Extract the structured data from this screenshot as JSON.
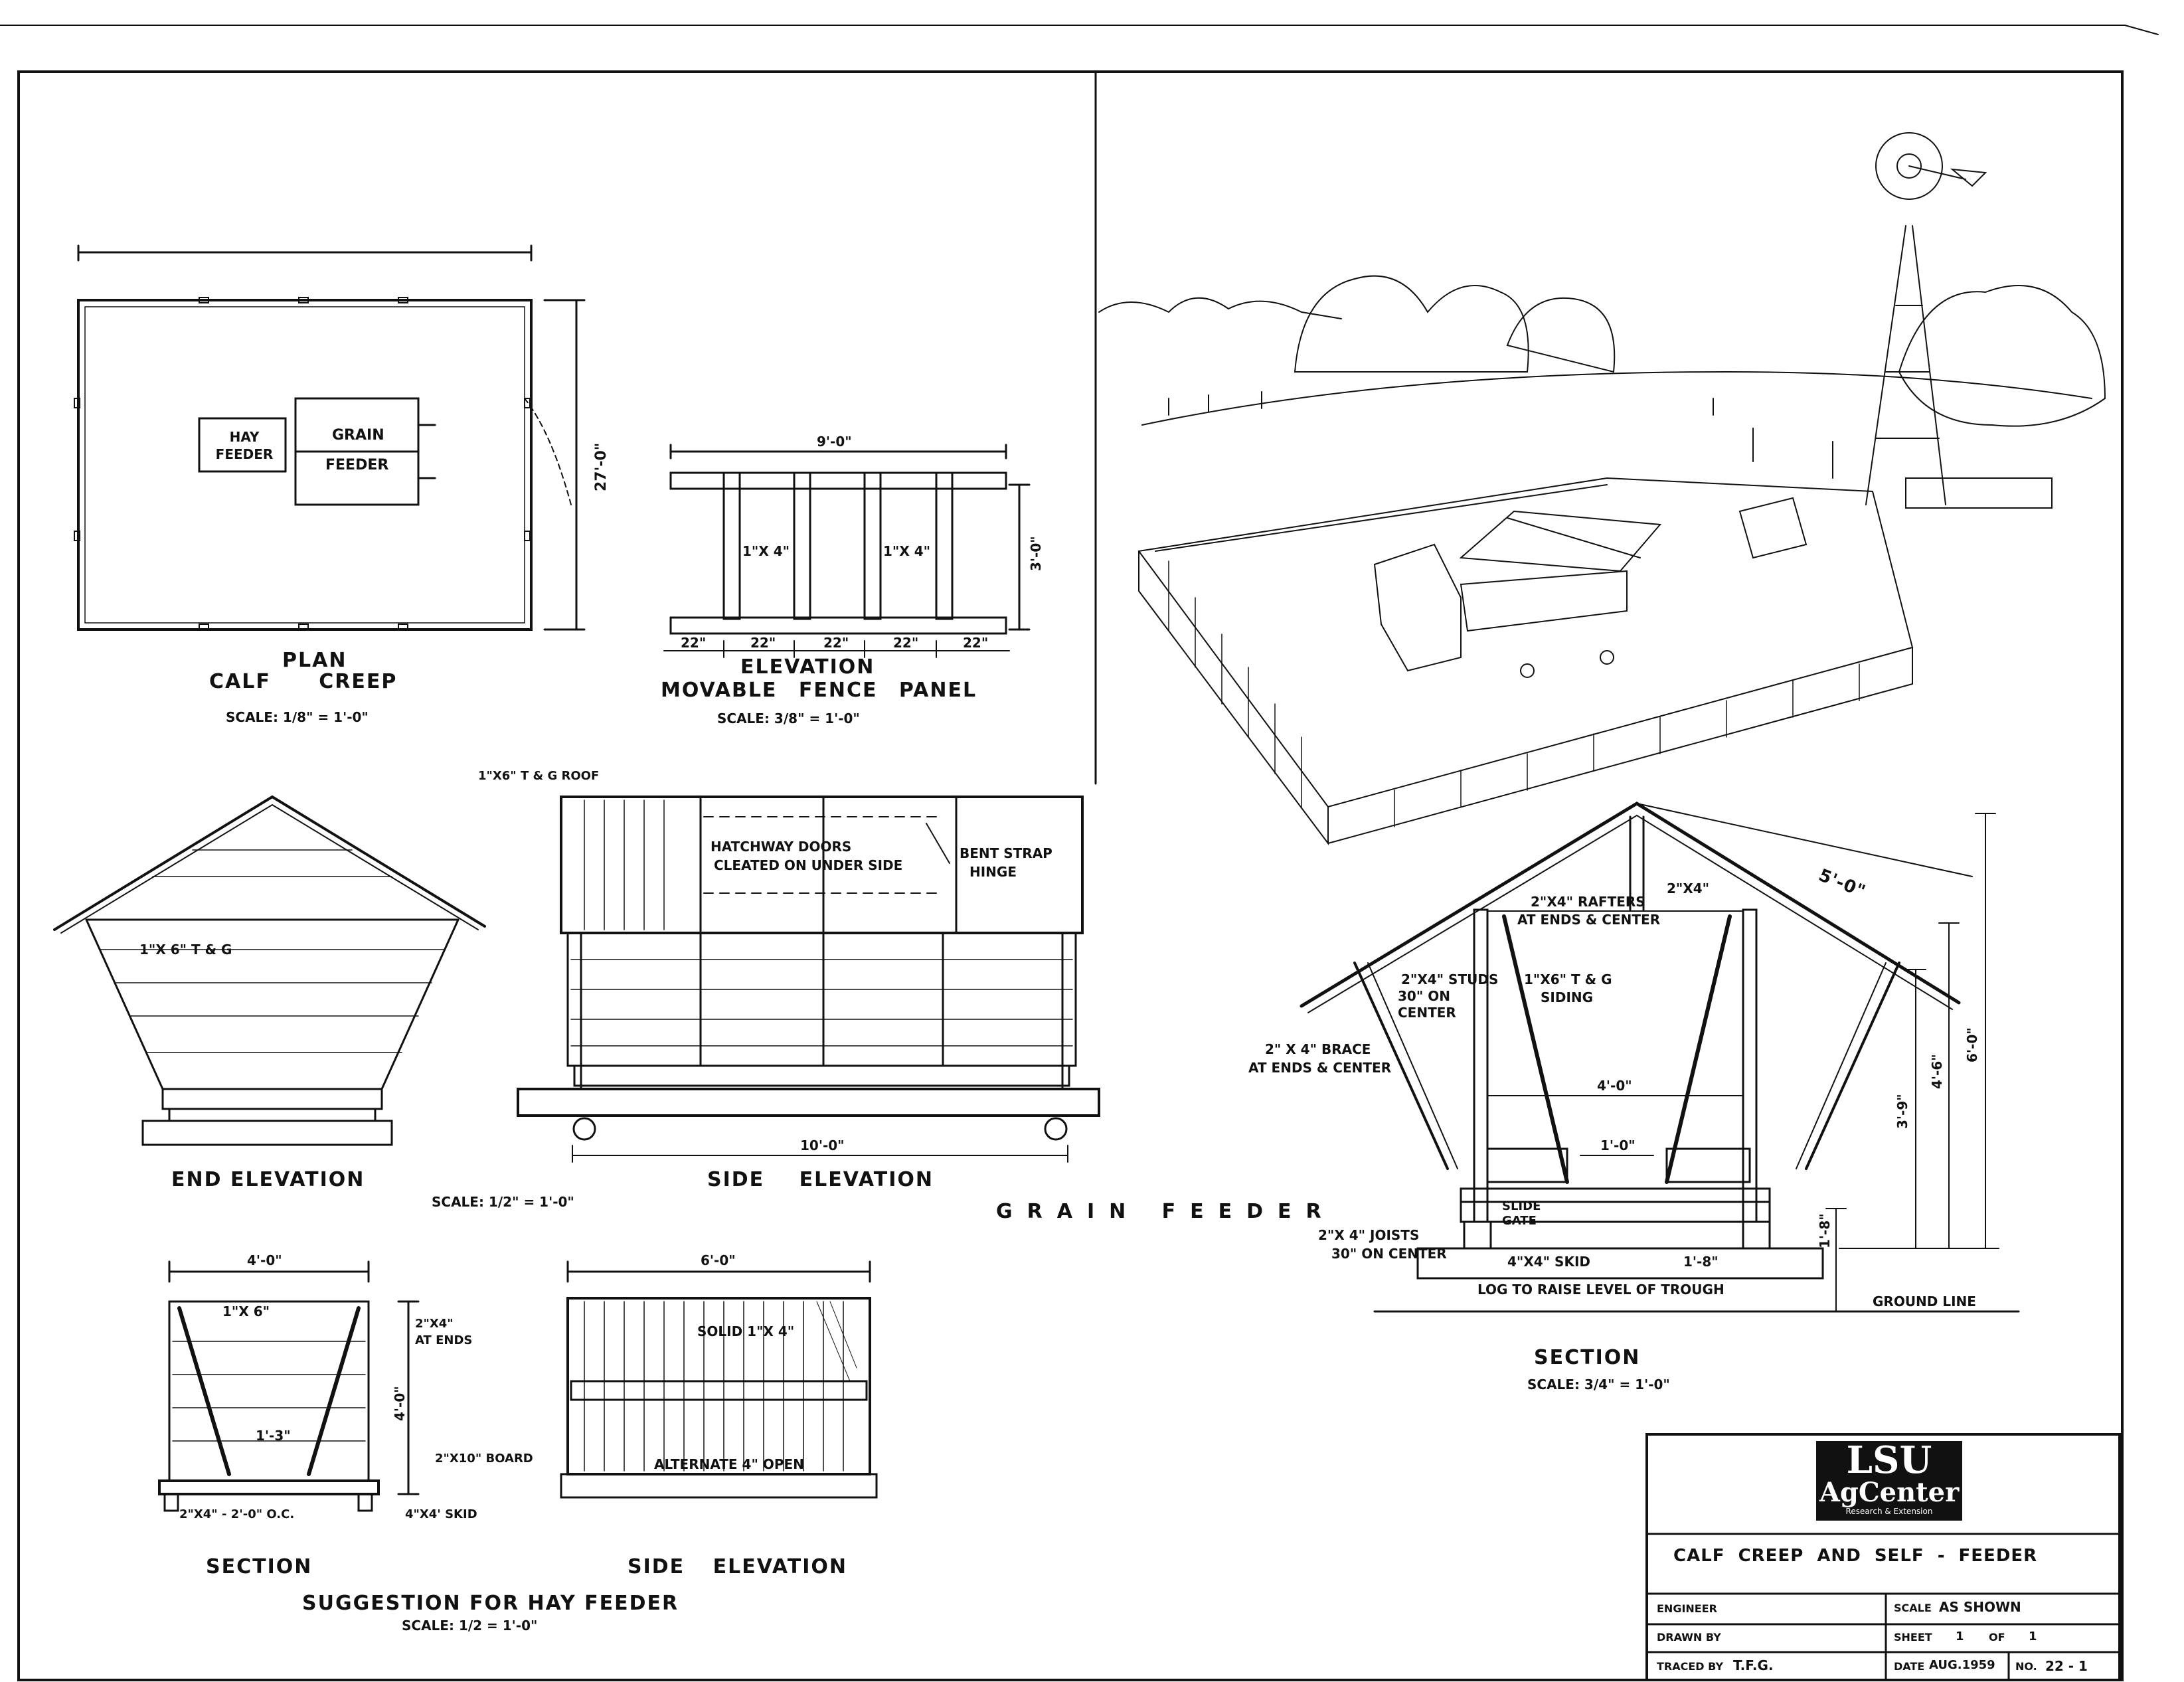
{
  "sheet": {
    "main_title": "GRAIN FEEDER"
  },
  "calf_creep_plan": {
    "title1": "PLAN",
    "title2": "CALF CREEP",
    "scale": "SCALE: 1/8\" = 1'-0\"",
    "dim_side": "27'-0\"",
    "hay_feeder": "HAY FEEDER",
    "grain": "GRAIN",
    "feeder": "FEEDER"
  },
  "fence_panel": {
    "title1": "ELEVATION",
    "title2": "MOVABLE FENCE PANEL",
    "scale": "SCALE: 3/8\" = 1'-0\"",
    "dim_width": "9'-0\"",
    "dim_height": "3'-0\"",
    "board_a": "1\"X 4\"",
    "board_b": "1\"X 4\"",
    "spacing": [
      "22\"",
      "22\"",
      "22\"",
      "22\"",
      "22\""
    ]
  },
  "grain_feeder_end": {
    "title": "END ELEVATION",
    "siding": "1\"X 6\" T & G",
    "scale": "SCALE: 1/2\" = 1'-0\""
  },
  "grain_feeder_side": {
    "title": "SIDE ELEVATION",
    "roof": "1\"X6\" T & G ROOF",
    "hatch1": "HATCHWAY DOORS",
    "hatch2": "CLEATED ON UNDER SIDE",
    "hinge1": "BENT STRAP",
    "hinge2": "HINGE",
    "dim_length": "10'-0\""
  },
  "grain_feeder_section": {
    "title": "SECTION",
    "scale": "SCALE: 3/4\" = 1'-0\"",
    "rafter_length": "5'-0\"",
    "rafters": "2\"X4\" RAFTERS",
    "rafters2": "AT ENDS & CENTER",
    "ridge": "2\"X4\"",
    "studs1": "2\"X4\" STUDS",
    "studs2": "30\" ON",
    "studs3": "CENTER",
    "siding1": "1\"X6\" T & G",
    "siding2": "SIDING",
    "brace1": "2\" X 4\" BRACE",
    "brace2": "AT ENDS & CENTER",
    "width": "4'-0\"",
    "trough": "1'-0\"",
    "slide1": "SLIDE",
    "slide2": "GATE",
    "joists1": "2\"X 4\" JOISTS",
    "joists2": "30\" ON CENTER",
    "skid": "4\"X4\" SKID",
    "skid_dim": "1'-8\"",
    "log": "LOG TO RAISE LEVEL OF TROUGH",
    "ground": "GROUND LINE",
    "h1": "3'-9\"",
    "h2": "4'-6\"",
    "h3": "6'-0\"",
    "h4": "1'-8\""
  },
  "hay_section": {
    "title": "SECTION",
    "width": "4'-0\"",
    "slat": "1\"X 6\"",
    "ends1": "2\"X4\"",
    "ends2": "AT ENDS",
    "height": "4'-0\"",
    "gap": "1'-3\"",
    "board": "2\"X10\" BOARD",
    "joists": "2\"X4\" - 2'-0\" O.C.",
    "skid": "4\"X4' SKID"
  },
  "hay_side": {
    "title": "SIDE ELEVATION",
    "length": "6'-0\"",
    "solid": "SOLID 1\"X 4\"",
    "alternate": "ALTERNATE 4\" OPEN"
  },
  "hay_caption": {
    "title": "SUGGESTION FOR HAY FEEDER",
    "scale": "SCALE: 1/2 = 1'-0\""
  },
  "title_block": {
    "logo_line1": "LSU",
    "logo_line2": "AgCenter",
    "logo_line3": "Research & Extension",
    "title": "CALF CREEP AND SELF - FEEDER",
    "engineer_label": "ENGINEER",
    "drawn_label": "DRAWN BY",
    "traced_label": "TRACED BY",
    "traced_value": "T.F.G.",
    "scale_label": "SCALE",
    "scale_value": "AS SHOWN",
    "sheet_label": "SHEET",
    "sheet_value": "1",
    "of_label": "OF",
    "of_value": "1",
    "date_label": "DATE",
    "date_value": "AUG.1959",
    "no_label": "NO.",
    "no_value": "22 - 1"
  }
}
